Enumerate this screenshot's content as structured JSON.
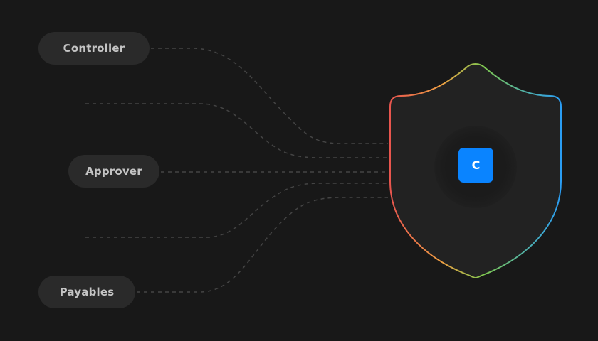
{
  "nodes": [
    {
      "label": "Controller"
    },
    {
      "label": "Approver"
    },
    {
      "label": "Payables"
    }
  ],
  "shield": {
    "badge_letter": "C",
    "badge_color": "#0a84ff",
    "gradient_colors": [
      "#e8554e",
      "#f0a043",
      "#7ec850",
      "#2a9df4"
    ]
  },
  "colors": {
    "background": "#181818",
    "pill": "#2a2a2a",
    "pill_text": "#c4c4c4",
    "connector": "#444444"
  }
}
